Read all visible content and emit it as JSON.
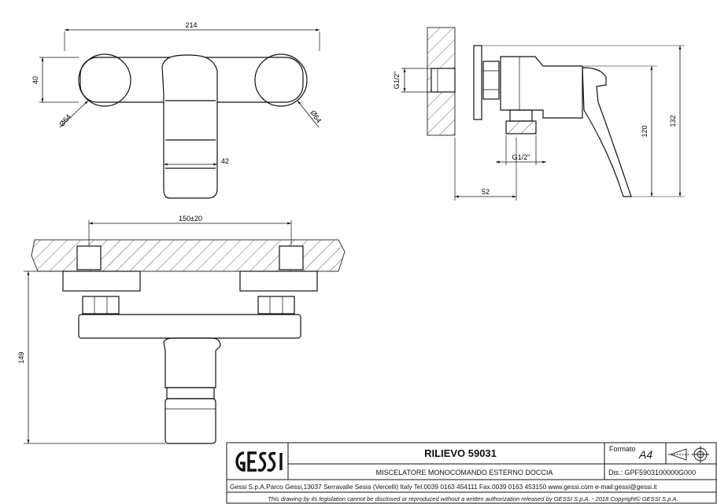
{
  "drawing": {
    "dims": {
      "overall_width": "214",
      "height_40": "40",
      "dia_left": "Ø64",
      "dia_right": "Ø64",
      "lever_width": "42",
      "connection_top": "G1/2\"",
      "connection_bottom": "G1/2\"",
      "wall_depth": "52",
      "lever_height": "120",
      "total_height": "132",
      "center_distance": "150±20",
      "front_height": "149"
    }
  },
  "title_block": {
    "brand": "GESSI",
    "product": "RILIEVO 59031",
    "description": "MISCELATORE MONOCOMANDO ESTERNO DOCCIA",
    "format_label": "Formato",
    "format_value": "A4",
    "drawing_number": "Dis.: GPF5903100000G000",
    "address": "Gessi S.p.A.Parco Gessi,13037 Serravalle Sesia (Vercelli) Italy Tel.0039 0163 454111 Fax.0039 0163 453150 www.gessi.com e-mail:gessi@gessi.it",
    "copyright": "This drawing by its legislation cannot be disclosed or reproduced without a written authorization released by GESSI S.p.A. - 2018 Copyright© GESSI S.p.A."
  }
}
